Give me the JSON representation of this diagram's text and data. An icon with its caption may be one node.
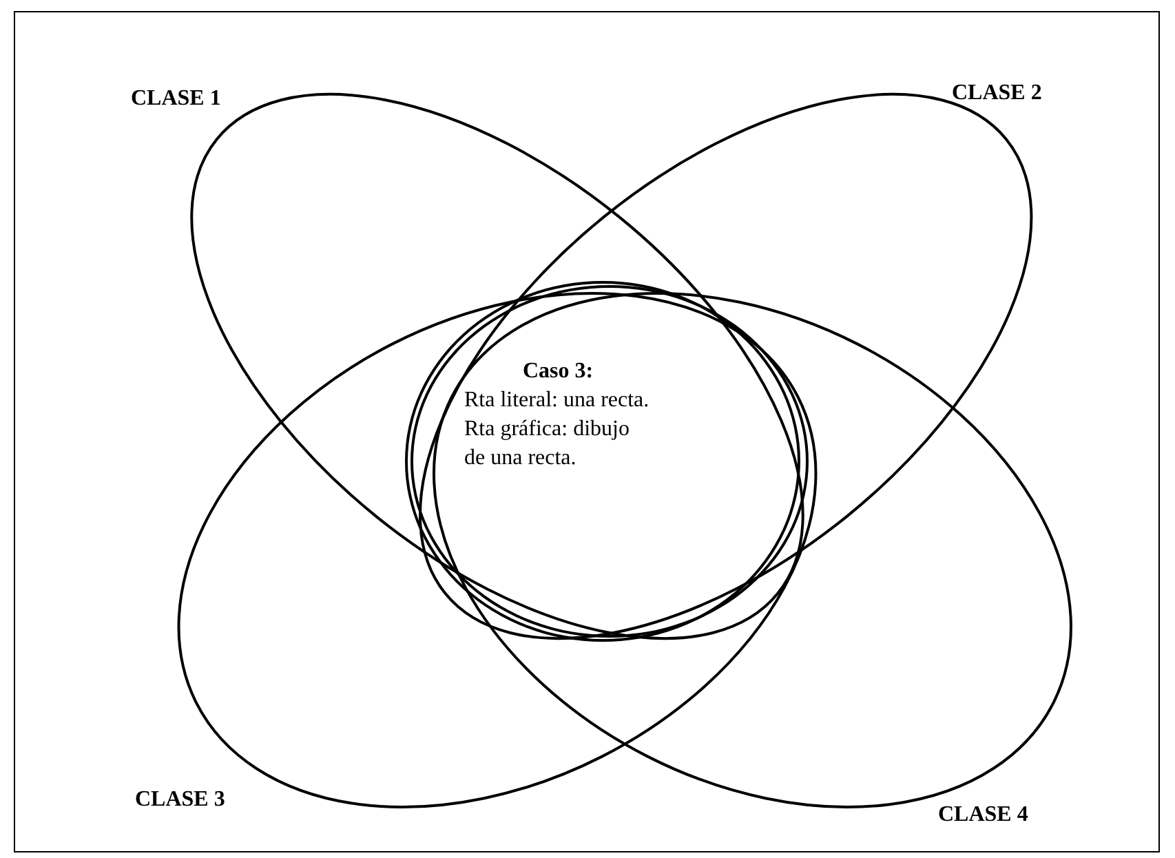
{
  "diagram": {
    "nodes": [
      {
        "text": [
          "CLASE 1"
        ]
      },
      {
        "text": [
          "CLASE 2"
        ]
      },
      {
        "text": [
          "CLASE 3"
        ]
      },
      {
        "text": [
          "CLASE 4"
        ]
      },
      {
        "text": [],
        "shape": "circle"
      },
      {
        "text": [
          "**Caso 3:** Rta literal: una recta. Rta gráfica: dibujo de una recta."
        ]
      }
    ]
  }
}
